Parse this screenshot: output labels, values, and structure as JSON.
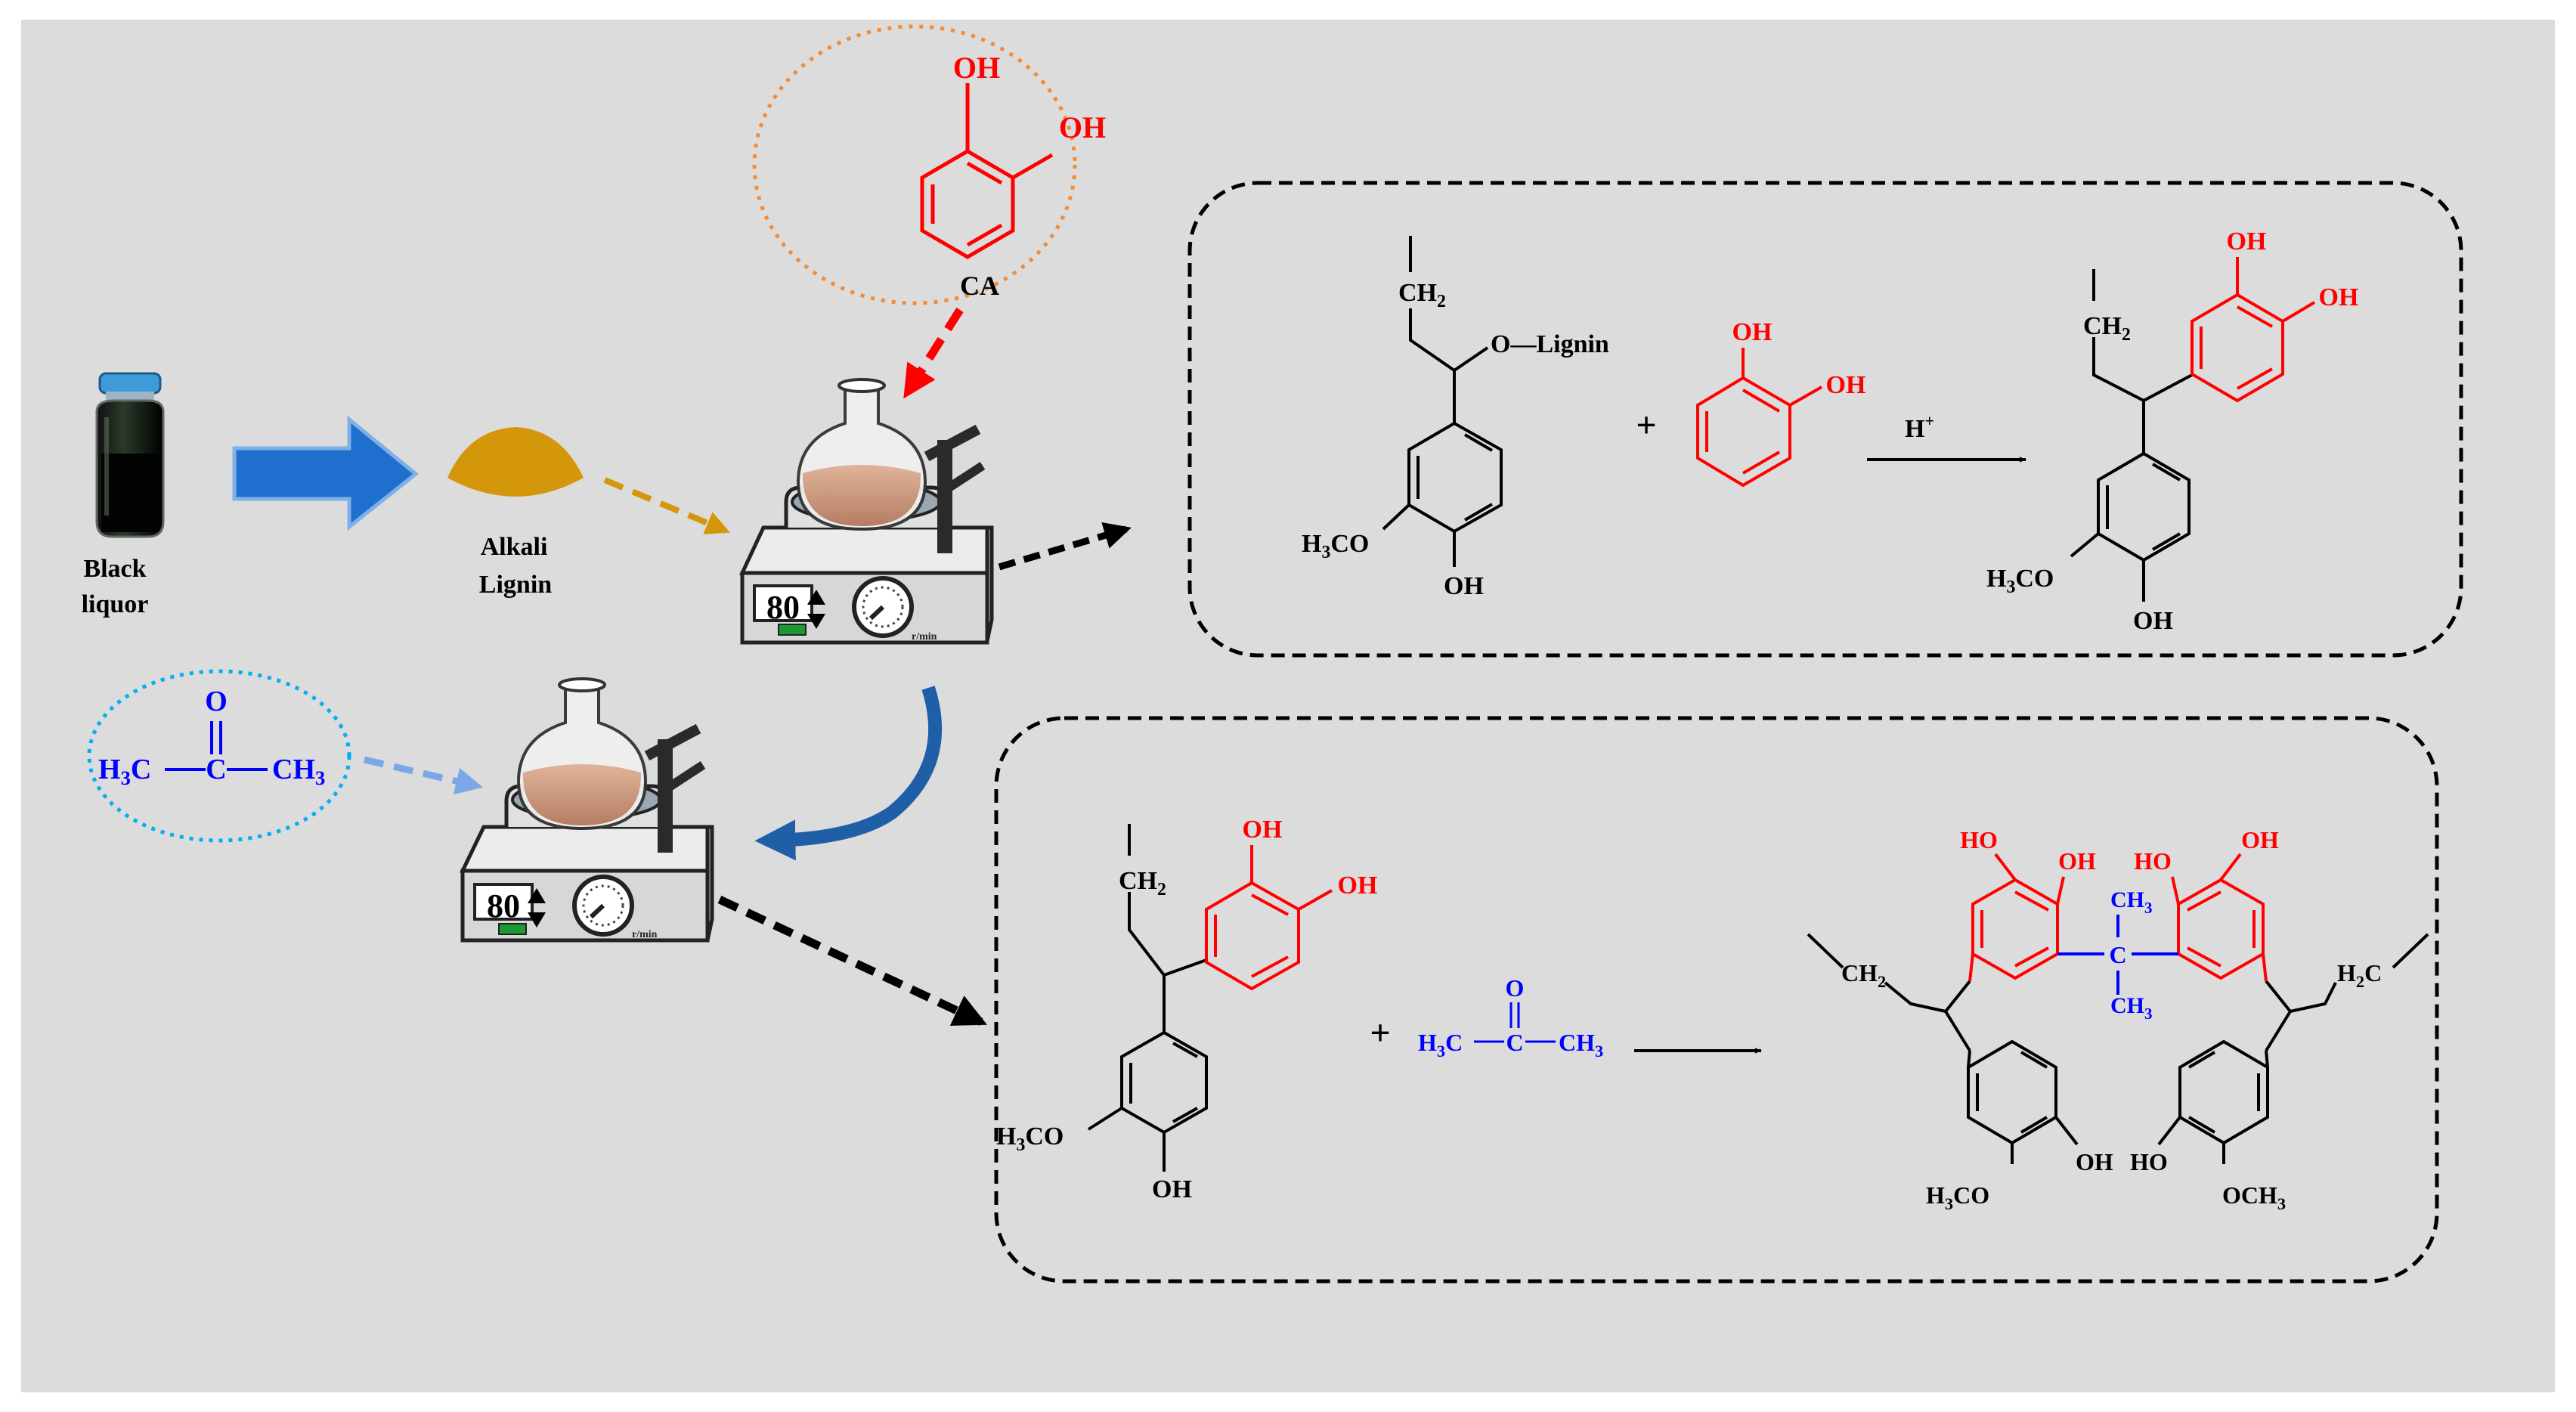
{
  "colors": {
    "background": "#dcdcdc",
    "red": "#ff0000",
    "blue": "#0000ff",
    "black": "#000000",
    "process_arrow": "#1f6fce",
    "lignin_powder": "#d4960a",
    "cyan_dotted": "#00b0f0",
    "orange_dotted": "#f28c38",
    "light_blue_arrow": "#7aa8e6"
  },
  "labels": {
    "black_liquor_line1": "Black",
    "black_liquor_line2": "liquor",
    "alkali_lignin_line1": "Alkali",
    "alkali_lignin_line2": "Lignin",
    "ca": "CA",
    "oh": "OH",
    "ho": "HO",
    "o": "O",
    "c": "C",
    "o_lignin": "O—Lignin",
    "plus": "+",
    "h_plus": "H",
    "h_plus_sup": "+",
    "heater_display": "80",
    "heater_unit": "r/min",
    "h3c_c": "H",
    "h3c_sub": "3",
    "h3c_end": "C",
    "ch3_main": "CH",
    "ch3_sub": "3",
    "ch2_main": "CH",
    "ch2_sub": "2",
    "h3co_h": "H",
    "h3co_sub": "3",
    "h3co_end": "CO",
    "och3_main": "OCH",
    "och3_sub": "3",
    "h2c_h": "H",
    "h2c_sub": "2",
    "h2c_end": "C"
  }
}
